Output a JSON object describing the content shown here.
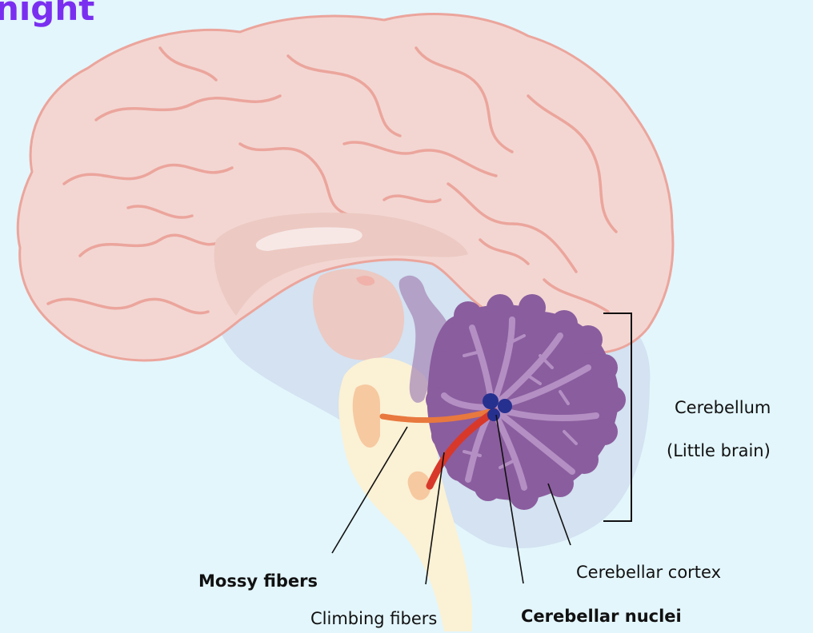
{
  "title": "night",
  "labels": {
    "cerebellum": "Cerebellum",
    "little_brain": "(Little brain)",
    "cerebellar_cortex": "Cerebellar cortex",
    "mossy_fibers": "Mossy fibers",
    "climbing_fibers": "Climbing fibers",
    "cerebellar_nuclei": "Cerebellar nuclei"
  },
  "colors": {
    "background": "#e3f6fc",
    "title": "#7a2ff0",
    "cerebrum_fill": "#f3d6d2",
    "cerebrum_stroke": "#eba59c",
    "brainstem": "#fbf1d5",
    "cerebellum": "#8a5d9e",
    "cerebellum_branches": "#b48fc3",
    "cerebellar_nuclei": "#26308f",
    "mossy_fibers": "#e8783e",
    "climbing_fibers": "#d8382a"
  }
}
